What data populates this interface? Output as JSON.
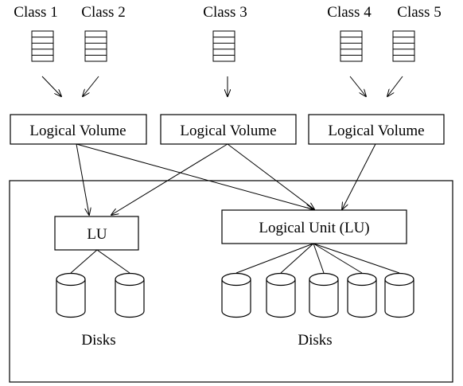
{
  "classes": [
    "Class 1",
    "Class 2",
    "Class 3",
    "Class 4",
    "Class 5"
  ],
  "logical_volume_label": "Logical Volume",
  "lu_small_label": "LU",
  "lu_large_label": "Logical Unit (LU)",
  "disks_label": "Disks",
  "disks_label_right": "Disks"
}
